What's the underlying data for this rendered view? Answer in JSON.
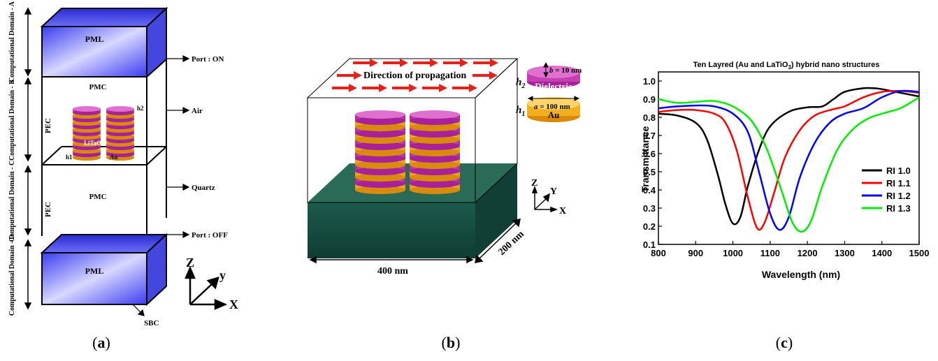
{
  "panel_a": {
    "caption": "(a)",
    "domain_labels": [
      "Computational Domain - A",
      "Computational Domain - B",
      "Computational Domain - C",
      "Computational Domain - D"
    ],
    "pml_top": "PML",
    "pml_bottom": "PML",
    "pmc_top": "PMC",
    "pmc_mid": "PMC",
    "pec_1": "PEC",
    "pec_2": "PEC",
    "port_on": "Port : ON",
    "air": "Air",
    "quartz": "Quartz",
    "port_off": "Port : OFF",
    "sbc": "SBC",
    "litao3": "LiTaO3",
    "au": "Au",
    "h1": "h1",
    "h2": "h2",
    "axis_z": "Z",
    "axis_y": "y",
    "axis_x": "X",
    "colors": {
      "pml_blue": "#5a5cf0",
      "dielectric": "#c43fb0",
      "gold": "#f2b01e"
    }
  },
  "panel_b": {
    "caption": "(b)",
    "propagation": "Direction of propagation",
    "h2": "h",
    "h2_sub": "2",
    "h1": "h",
    "h1_sub": "1",
    "b_label": "b",
    "b_value": " = 10 nm",
    "dielectric": "Dielectric",
    "a_label": "a",
    "a_value": " = 100 nm",
    "au": "Au",
    "dim_400": "400 nm",
    "dim_200": "200 nm",
    "axis_z": "Z",
    "axis_y": "Y",
    "axis_x": "X",
    "colors": {
      "substrate": "#1e5a4a",
      "arrow": "#e8201a"
    }
  },
  "panel_c": {
    "caption": "(c)",
    "title_pre": "Ten Layred (Au and LaTiO",
    "title_sub": "3",
    "title_post": ") hybrid nano structures",
    "xlabel": "Wavelength (nm)",
    "ylabel": "Transmittance"
  },
  "chart_data": {
    "type": "line",
    "title": "Ten Layred (Au and LaTiO3) hybrid nano structures",
    "xlabel": "Wavelength (nm)",
    "ylabel": "Transmittance",
    "xlim": [
      800,
      1500
    ],
    "ylim": [
      0.1,
      1.05
    ],
    "xticks": [
      800,
      900,
      1000,
      1100,
      1200,
      1300,
      1400,
      1500
    ],
    "yticks": [
      0.1,
      0.2,
      0.3,
      0.4,
      0.5,
      0.6,
      0.7,
      0.8,
      0.9,
      1.0
    ],
    "legend_position": "right",
    "grid": false,
    "series": [
      {
        "name": "RI 1.0",
        "color": "#000000",
        "x": [
          800,
          850,
          900,
          930,
          960,
          980,
          1000,
          1020,
          1040,
          1070,
          1100,
          1150,
          1200,
          1240,
          1270,
          1300,
          1350,
          1380,
          1400,
          1450,
          1500
        ],
        "y": [
          0.82,
          0.81,
          0.77,
          0.68,
          0.48,
          0.32,
          0.215,
          0.25,
          0.42,
          0.62,
          0.75,
          0.83,
          0.855,
          0.86,
          0.9,
          0.94,
          0.96,
          0.96,
          0.955,
          0.935,
          0.915
        ]
      },
      {
        "name": "RI 1.1",
        "color": "#ff0000",
        "x": [
          800,
          850,
          900,
          950,
          980,
          1010,
          1040,
          1065,
          1085,
          1110,
          1140,
          1180,
          1220,
          1270,
          1300,
          1350,
          1400,
          1450,
          1500
        ],
        "y": [
          0.83,
          0.84,
          0.84,
          0.82,
          0.77,
          0.62,
          0.36,
          0.19,
          0.22,
          0.38,
          0.58,
          0.73,
          0.81,
          0.845,
          0.86,
          0.91,
          0.94,
          0.945,
          0.935
        ]
      },
      {
        "name": "RI 1.2",
        "color": "#0000ff",
        "x": [
          800,
          850,
          900,
          950,
          1000,
          1040,
          1070,
          1100,
          1125,
          1150,
          1180,
          1220,
          1260,
          1300,
          1350,
          1400,
          1450,
          1500
        ],
        "y": [
          0.85,
          0.86,
          0.865,
          0.86,
          0.82,
          0.72,
          0.5,
          0.27,
          0.18,
          0.25,
          0.47,
          0.66,
          0.77,
          0.82,
          0.85,
          0.91,
          0.945,
          0.94
        ]
      },
      {
        "name": "RI 1.3",
        "color": "#00ee00",
        "x": [
          800,
          850,
          900,
          950,
          1000,
          1050,
          1090,
          1130,
          1160,
          1185,
          1210,
          1240,
          1280,
          1320,
          1360,
          1400,
          1450,
          1500
        ],
        "y": [
          0.9,
          0.88,
          0.885,
          0.89,
          0.86,
          0.78,
          0.63,
          0.4,
          0.22,
          0.17,
          0.23,
          0.42,
          0.62,
          0.73,
          0.79,
          0.82,
          0.85,
          0.91
        ]
      }
    ]
  }
}
